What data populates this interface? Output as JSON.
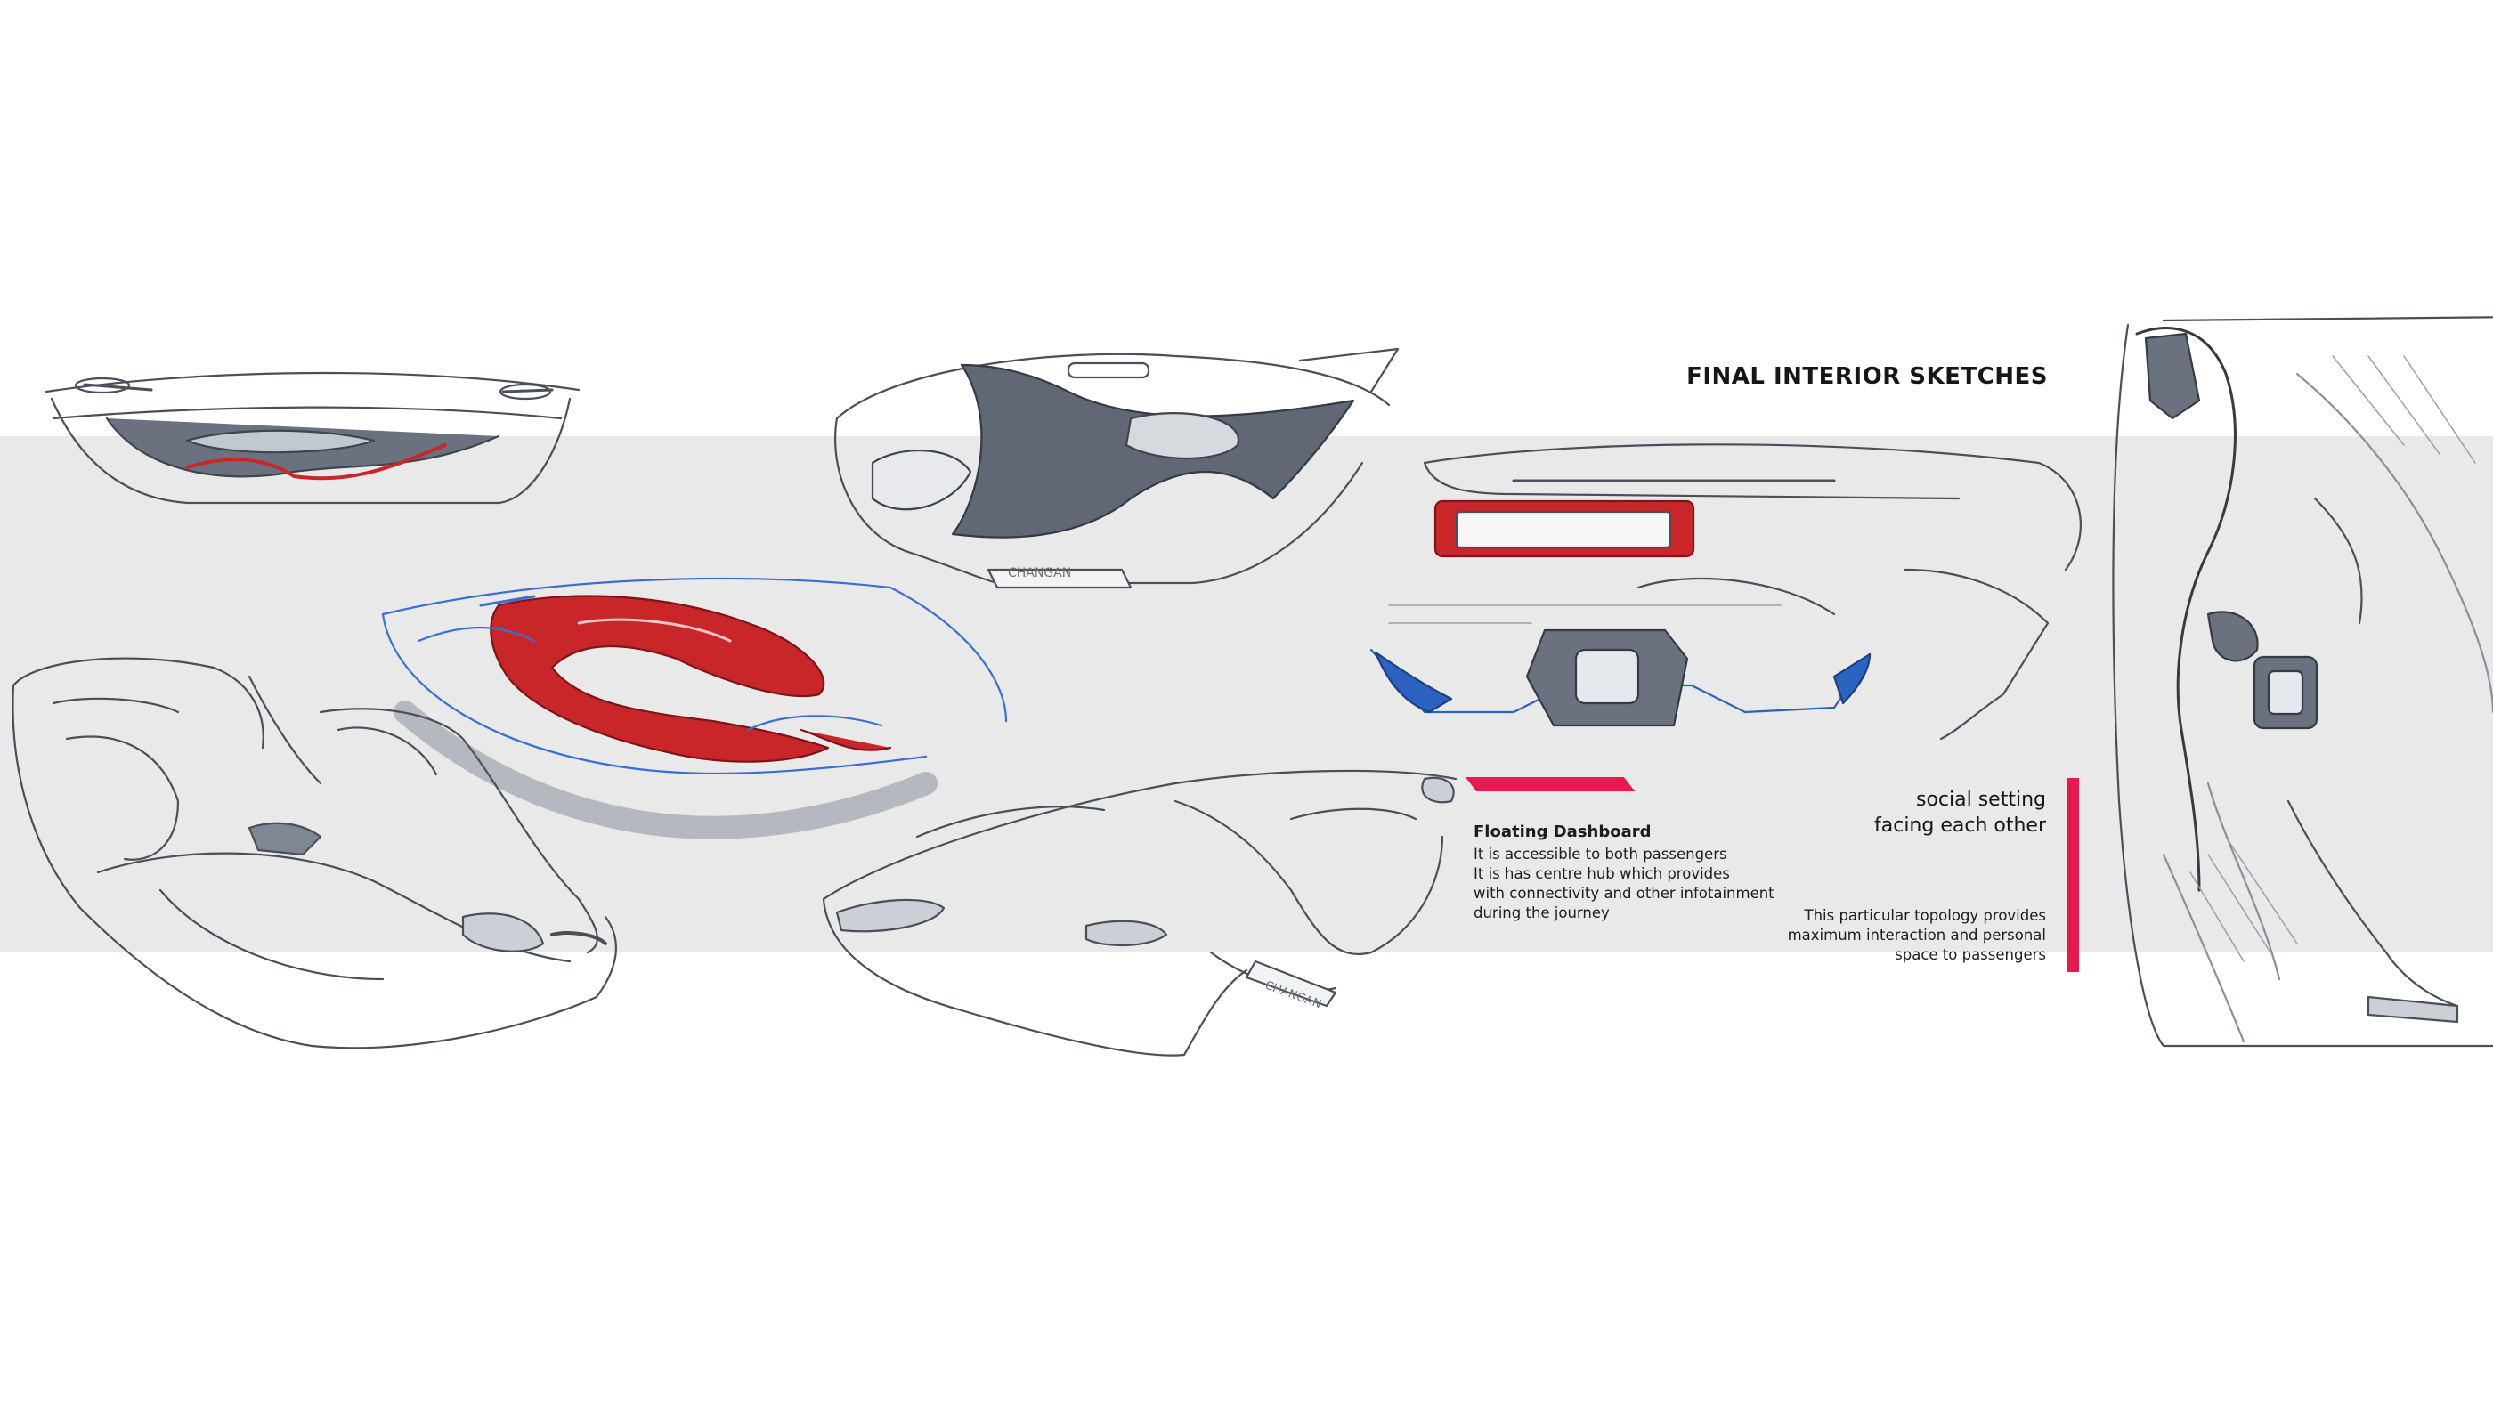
{
  "title": "FINAL INTERIOR SKETCHES",
  "brand_marks": [
    "CHANGAN",
    "CHANGAN"
  ],
  "floating_dashboard": {
    "heading": "Floating Dashboard",
    "lines": [
      "It is accessible to both passengers",
      "It is has centre hub which provides",
      "with connectivity and other infotainment",
      "during the journey"
    ]
  },
  "social_setting": {
    "lines": [
      "social setting",
      "facing each other"
    ]
  },
  "topology_note": {
    "lines": [
      "This particular topology provides",
      "maximum interaction and personal",
      "space to passengers"
    ]
  },
  "colors": {
    "accent": "#e8194f",
    "band": "#e9e9ea",
    "marker_red": "#c9262a",
    "marker_blue": "#2c63c0",
    "marker_grey": "#5b6470",
    "pencil": "#4a4f58"
  }
}
